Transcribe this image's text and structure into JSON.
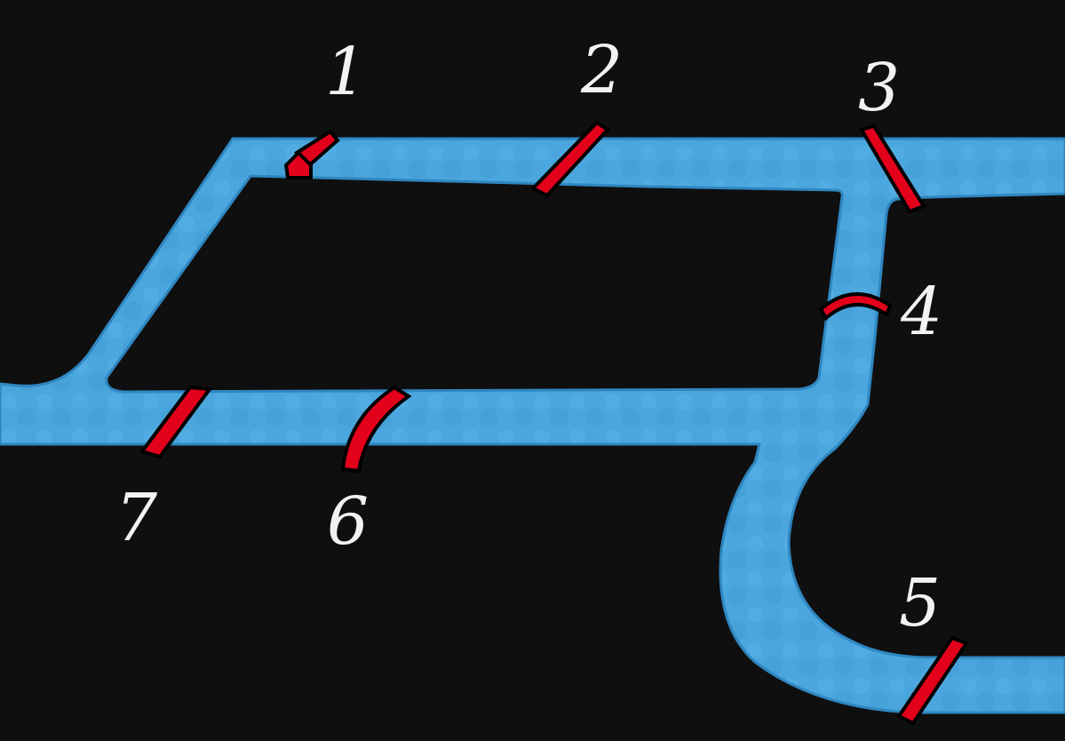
{
  "diagram": {
    "colors": {
      "background": "#0f0f10",
      "river": "#4aa6dc",
      "river_edge": "#2f86c0",
      "bridge": "#e3001b",
      "bridge_outline": "#000000",
      "label": "#f2f2f2"
    },
    "bridges": [
      {
        "number": "1",
        "icon": "bridge-with-house-icon"
      },
      {
        "number": "2",
        "icon": "bridge-icon"
      },
      {
        "number": "3",
        "icon": "bridge-icon"
      },
      {
        "number": "4",
        "icon": "arched-bridge-icon"
      },
      {
        "number": "5",
        "icon": "bridge-icon"
      },
      {
        "number": "6",
        "icon": "arched-bridge-icon"
      },
      {
        "number": "7",
        "icon": "bridge-icon"
      }
    ]
  }
}
